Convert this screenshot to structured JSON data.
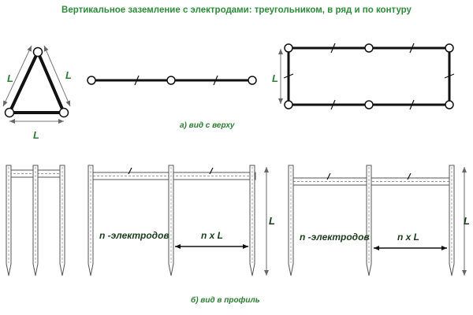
{
  "title": "Вертикальное заземление с электродами: треугольником, в ряд и по контуру",
  "labels": {
    "L": "L",
    "view_top": "а) вид с верху",
    "view_profile": "б) вид в профиль",
    "n_electrodes": "n -электродов",
    "n_x_L": "n x L"
  },
  "colors": {
    "title": "#2e8b3a",
    "label_green": "#2e7d32",
    "label_dark": "#1b3d1b",
    "line": "#111111"
  }
}
